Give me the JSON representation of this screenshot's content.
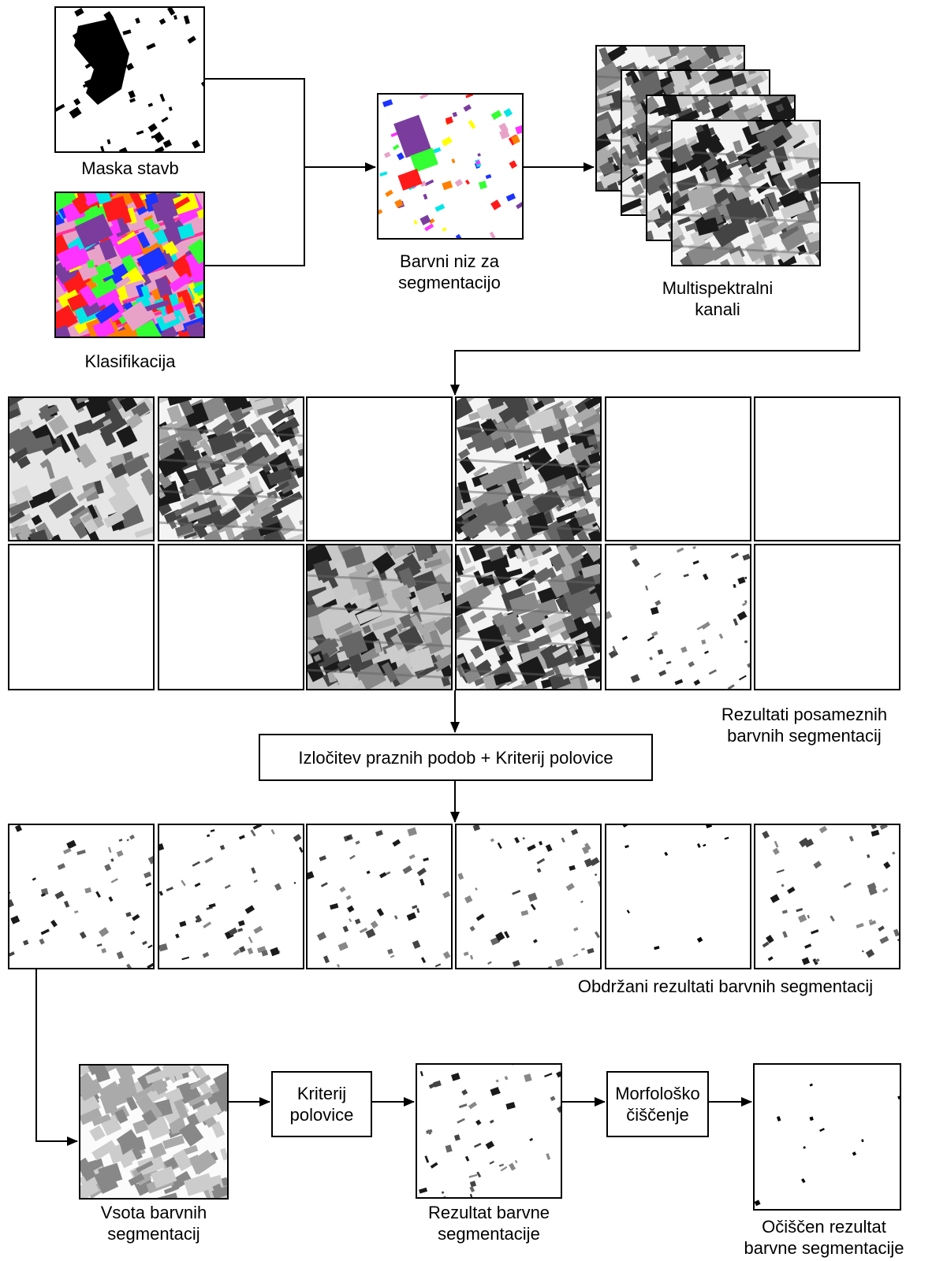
{
  "inputs": {
    "building_mask_caption": "Maska stavb",
    "classification_caption": "Klasifikacija",
    "color_array_caption": "Barvni niz za\nsegmentacijo",
    "multispectral_caption": "Multispektralni\nkanali"
  },
  "grid": {
    "individual_results_caption": "Rezultati posameznih\nbarvnih segmentacij",
    "retained_results_caption": "Obdržani rezultati barvnih segmentacij"
  },
  "steps": {
    "filter_box": "Izločitev praznih podob + Kriterij polovice",
    "half_criterion_box": "Kriterij\npolovice",
    "morph_box": "Morfološko\nčiščenje"
  },
  "outputs": {
    "sum_caption": "Vsota barvnih\nsegmentacij",
    "result_caption": "Rezultat barvne\nsegmentacije",
    "cleaned_caption": "Očiščen rezultat\nbarvne segmentacije"
  },
  "colors": {
    "line": "#000000",
    "background": "#ffffff",
    "class_palette": [
      "#ff1a1a",
      "#33ff33",
      "#ffff00",
      "#1a33ff",
      "#ff33ff",
      "#00e6e6",
      "#7a3d9e",
      "#e8a2c8",
      "#ff8000"
    ],
    "gray_palette": [
      "#1a1a1a",
      "#444444",
      "#666666",
      "#888888",
      "#aaaaaa",
      "#cccccc"
    ]
  }
}
